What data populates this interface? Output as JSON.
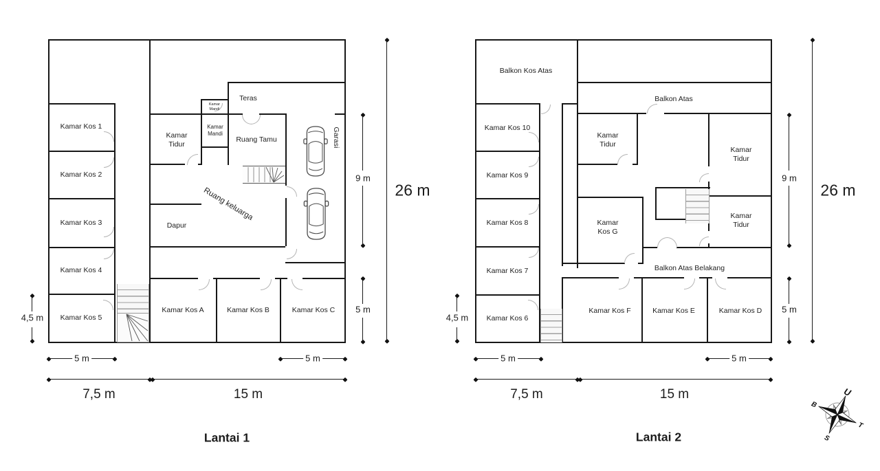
{
  "floor1": {
    "title": "Lantai 1",
    "rooms": {
      "kamar_kos_1": "Kamar Kos 1",
      "kamar_kos_2": "Kamar Kos 2",
      "kamar_kos_3": "Kamar Kos 3",
      "kamar_kos_4": "Kamar Kos 4",
      "kamar_kos_5": "Kamar Kos 5",
      "teras": "Teras",
      "kamar_mandi_small": "Kamar Mandi",
      "kamar_mandi": "Kamar Mandi",
      "kamar_tidur": "Kamar Tidur",
      "ruang_tamu": "Ruang Tamu",
      "garasi": "Garasi",
      "ruang_keluarga": "Ruang keluarga",
      "dapur": "Dapur",
      "kamar_kos_a": "Kamar Kos A",
      "kamar_kos_b": "Kamar Kos B",
      "kamar_kos_c": "Kamar Kos C"
    },
    "dims": {
      "total_height": "26 m",
      "mid_height": "9 m",
      "bottom_right_height": "5 m",
      "left_height": "4,5 m",
      "bottom_left_width": "5 m",
      "bottom_right_width": "5 m",
      "left_width": "7,5 m",
      "right_width": "15 m"
    }
  },
  "floor2": {
    "title": "Lantai 2",
    "rooms": {
      "balkon_kos_atas": "Balkon Kos Atas",
      "kamar_kos_10": "Kamar Kos 10",
      "kamar_kos_9": "Kamar Kos 9",
      "kamar_kos_8": "Kamar Kos 8",
      "kamar_kos_7": "Kamar Kos 7",
      "kamar_kos_6": "Kamar Kos 6",
      "balkon_atas": "Balkon Atas",
      "kamar_tidur_1": "Kamar Tidur",
      "kamar_tidur_2": "Kamar Tidur",
      "kamar_tidur_3": "Kamar Tidur",
      "kamar_kos_g": "Kamar Kos G",
      "balkon_atas_belakang": "Balkon Atas Belakang",
      "kamar_kos_f": "Kamar Kos F",
      "kamar_kos_e": "Kamar Kos E",
      "kamar_kos_d": "Kamar Kos D"
    },
    "dims": {
      "total_height": "26 m",
      "mid_height": "9 m",
      "bottom_right_height": "5 m",
      "left_height": "4,5 m",
      "bottom_left_width": "5 m",
      "bottom_right_width": "5 m",
      "left_width": "7,5 m",
      "right_width": "15 m"
    }
  },
  "compass": {
    "north": "U",
    "east": "T",
    "south": "S",
    "west": "B"
  }
}
